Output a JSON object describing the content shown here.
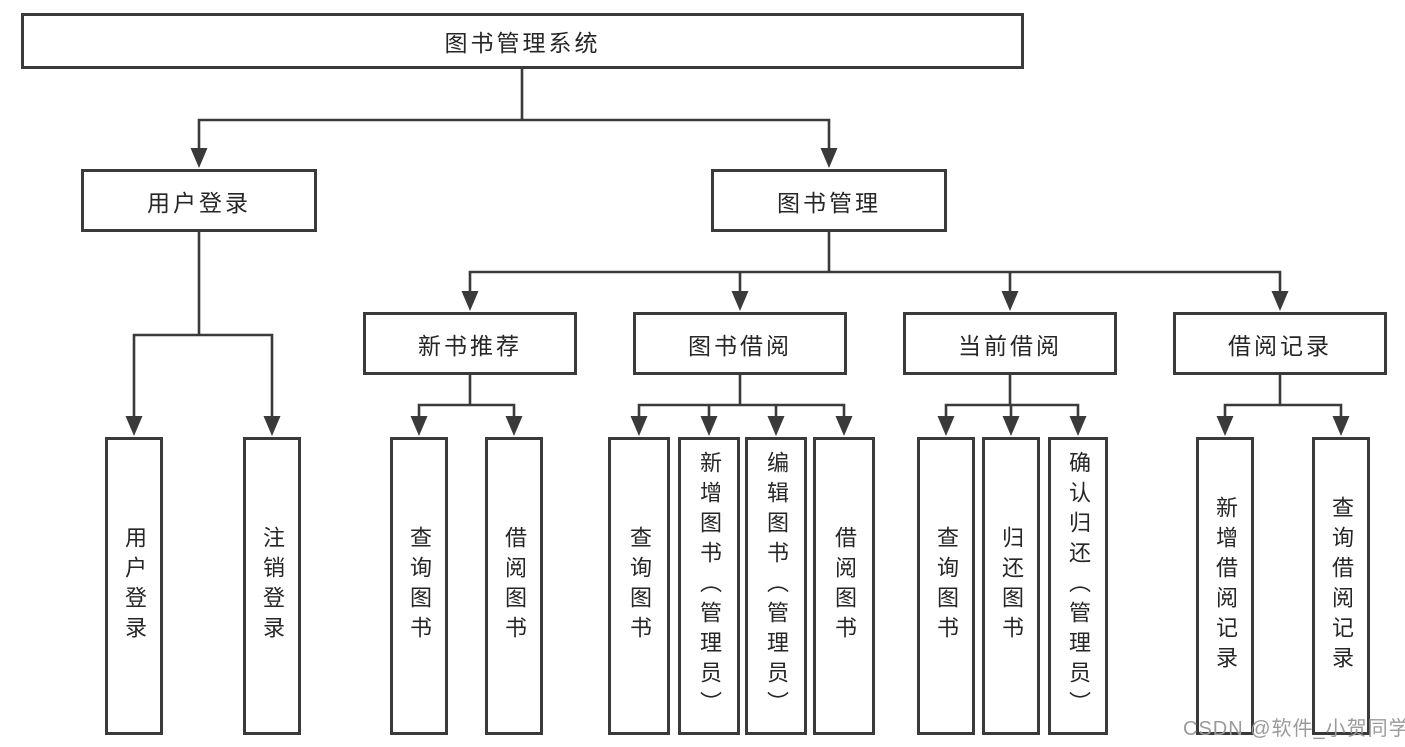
{
  "diagram": {
    "tree": {
      "root": {
        "label": "图书管理系统",
        "children": [
          {
            "label": "用户登录",
            "children": [
              {
                "label": "用户登录"
              },
              {
                "label": "注销登录"
              }
            ]
          },
          {
            "label": "图书管理",
            "children": [
              {
                "label": "新书推荐",
                "children": [
                  {
                    "label": "查询图书"
                  },
                  {
                    "label": "借阅图书"
                  }
                ]
              },
              {
                "label": "图书借阅",
                "children": [
                  {
                    "label": "查询图书"
                  },
                  {
                    "label": "新增图书（管理员）"
                  },
                  {
                    "label": "编辑图书（管理员）"
                  },
                  {
                    "label": "借阅图书"
                  }
                ]
              },
              {
                "label": "当前借阅",
                "children": [
                  {
                    "label": "查询图书"
                  },
                  {
                    "label": "归还图书"
                  },
                  {
                    "label": "确认归还（管理员）"
                  }
                ]
              },
              {
                "label": "借阅记录",
                "children": [
                  {
                    "label": "新增借阅记录"
                  },
                  {
                    "label": "查询借阅记录"
                  }
                ]
              }
            ]
          }
        ]
      }
    }
  },
  "watermark": {
    "text": "CSDN @软件_小贺同学"
  },
  "colors": {
    "line": "#3a3a3a",
    "border": "#3a3a3a",
    "text": "#262626",
    "background": "#ffffff",
    "watermark": "#9b9b9b"
  }
}
